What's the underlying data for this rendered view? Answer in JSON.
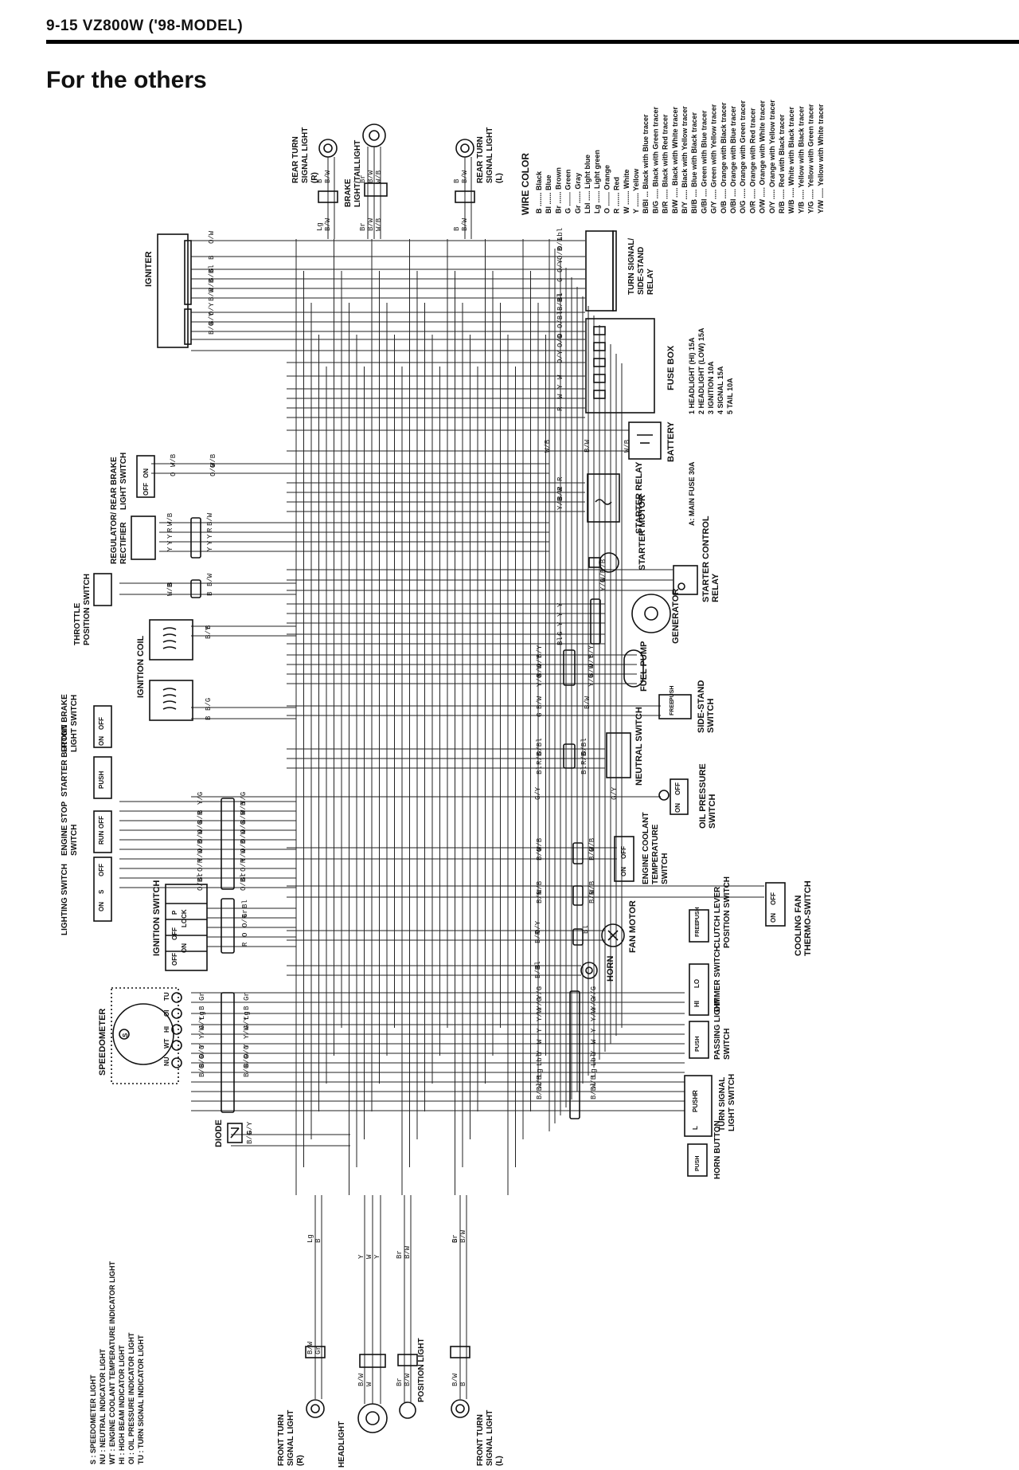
{
  "header": {
    "page_ref": "9-15  VZ800W ('98-MODEL)",
    "subtitle": "For the others"
  },
  "components": {
    "rear_turn_r": "REAR TURN SIGNAL LIGHT (R)",
    "brake_tail": "BRAKE LIGHT/TAILLIGHT",
    "rear_turn_l": "REAR TURN SIGNAL LIGHT (L)",
    "igniter": "IGNITER",
    "turn_relay": "TURN SIGNAL/ SIDE-STAND RELAY",
    "fuse_box": "FUSE BOX",
    "battery": "BATTERY",
    "main_fuse": "A: MAIN FUSE 30A",
    "starter_relay": "STARTER RELAY",
    "starter_motor": "STARTER MOTOR",
    "rear_brake_sw": "REAR BRAKE LIGHT SWITCH",
    "regulator": "REGULATOR/ RECTIFIER",
    "throttle_sw": "THROTTLE POSITION SWITCH",
    "starter_ctrl_relay": "STARTER CONTROL RELAY",
    "generator": "GENERATOR",
    "ignition_coil": "IGNITION COIL",
    "fuel_pump": "FUEL PUMP",
    "side_stand_sw": "SIDE-STAND SWITCH",
    "front_brake_sw": "FRONT BRAKE LIGHT SWITCH",
    "neutral_sw": "NEUTRAL SWITCH",
    "starter_button": "STARTER BUTTON",
    "oil_pressure_sw": "OIL PRESSURE SWITCH",
    "engine_stop_sw": "ENGINE STOP SWITCH",
    "coolant_temp_sw": "ENGINE COOLANT TEMPERATURE SWITCH",
    "lighting_sw": "LIGHTING SWITCH",
    "cooling_fan_sw": "COOLING FAN THERMO-SWITCH",
    "ignition_sw": "IGNITION SWITCH",
    "fan_motor": "FAN MOTOR",
    "clutch_sw": "CLUTCH LEVER POSITION SWITCH",
    "horn": "HORN",
    "dimmer_sw": "DIMMER SWITCH",
    "speedometer": "SPEEDOMETER",
    "passing_sw": "PASSING LIGHT SWITCH",
    "diode": "DIODE",
    "turn_sw": "TURN SIGNAL LIGHT SWITCH",
    "horn_button": "HORN BUTTON",
    "front_turn_r": "FRONT TURN SIGNAL LIGHT (R)",
    "headlight": "HEADLIGHT",
    "position_light": "POSITION LIGHT",
    "front_turn_l": "FRONT TURN SIGNAL LIGHT (L)"
  },
  "fuses": [
    "1  HEADLIGHT (HI)  15A",
    "2  HEADLIGHT (LOW) 15A",
    "3  IGNITION  10A",
    "4  SIGNAL  15A",
    "5  TAIL  10A"
  ],
  "wire_color": {
    "title": "WIRE COLOR",
    "entries": [
      "B ....... Black",
      "Bl ...... Blue",
      "Br ...... Brown",
      "G ....... Green",
      "Gr ...... Gray",
      "Lbl ..... Light blue",
      "Lg ...... Light green",
      "O ....... Orange",
      "R ....... Red",
      "W ....... White",
      "Y ....... Yellow",
      "B/Bl ... Black with Blue tracer",
      "B/G ..... Black with Green tracer",
      "B/R ..... Black with Red tracer",
      "B/W ..... Black with White tracer",
      "B/Y ..... Black with Yellow tracer",
      "Bl/B .... Blue with Black tracer",
      "G/Bl .... Green with Blue tracer",
      "G/Y ..... Green with Yellow tracer",
      "O/B ..... Orange with Black tracer",
      "O/Bl .... Orange with Blue tracer",
      "O/G ..... Orange with Green tracer",
      "O/R ..... Orange with Red tracer",
      "O/W ..... Orange with White tracer",
      "O/Y ..... Orange with Yellow tracer",
      "R/B ..... Red with Black tracer",
      "W/B ..... White with Black tracer",
      "Y/B ..... Yellow with Black tracer",
      "Y/G ..... Yellow with Green tracer",
      "Y/W ..... Yellow with White tracer"
    ]
  },
  "speedo_legend": [
    "S  : SPEEDOMETER LIGHT",
    "NU : NEUTRAL INDICATOR LIGHT",
    "WT : ENGINE COOLANT TEMPERATURE INDICATOR LIGHT",
    "HI : HIGH BEAM INDICATOR LIGHT",
    "OI : OIL PRESSURE INDICATOR LIGHT",
    "TU : TURN SIGNAL INDICATOR LIGHT"
  ],
  "wire_labels": {
    "igniter": [
      "O/W",
      "B",
      "G",
      "G/Bl",
      "R/B",
      "B/W",
      "O/Y",
      "B/Y",
      "B/G"
    ],
    "relay": [
      "Lbl",
      "O/G",
      "O/B",
      "O/Y",
      "G",
      "Bl",
      "B/Bl"
    ],
    "fuse": [
      "O/Bl",
      "O",
      "O/G",
      "O/Y",
      "W",
      "Y",
      "W",
      "R"
    ],
    "battery": [
      "W/B",
      "B/W",
      "W/B"
    ],
    "starter_relay": [
      "R",
      "R",
      "B/W",
      "Y/B"
    ],
    "rear_brake": [
      "W/B",
      "O",
      "W/B",
      "O/G"
    ],
    "regulator": [
      "W/B",
      "R",
      "Y",
      "Y",
      "Y",
      "B/W",
      "R",
      "Y",
      "Y",
      "Y"
    ],
    "throttle": [
      "B",
      "W/B",
      "B/W",
      "B"
    ],
    "starter_ctrl": [
      "Y/B",
      "W/B",
      "Y/G"
    ],
    "generator": [
      "Y",
      "Y",
      "Y",
      "G",
      "Bl"
    ],
    "ign_coil": [
      "B",
      "B/Y",
      "B/G",
      "B"
    ],
    "fuel_pump": [
      "B/Y",
      "O/Y",
      "B/W",
      "Y/G",
      "B/Y",
      "O/Y",
      "B/W",
      "Y/G"
    ],
    "side_stand": [
      "B/W",
      "G",
      "B/W"
    ],
    "neutral": [
      "G/Bl",
      "R/B",
      "Bl",
      "G/Bl",
      "R/B",
      "Bl"
    ],
    "oil": [
      "G/Y",
      "G/Y"
    ],
    "bundle_left": [
      "Y/G",
      "B",
      "B/R",
      "O/G",
      "O/W",
      "O/B",
      "Y/W",
      "O/R",
      "Gr",
      "O/Bl"
    ],
    "bundle_right": [
      "Y/G",
      "W/B",
      "B/R",
      "O/G",
      "O/W",
      "O/B",
      "Y/W",
      "O/R",
      "Gr",
      "O/Bl"
    ],
    "coolant": [
      "W/B",
      "B/G",
      "W/B",
      "B/G"
    ],
    "cooling_fan": [
      "W/B",
      "B/R",
      "W/B",
      "B/R"
    ],
    "ign_sw": [
      "Bl",
      "Gr",
      "O/R",
      "O",
      "R"
    ],
    "fan": [
      "O/Y",
      "B/R",
      "Bl"
    ],
    "horn": [
      "B",
      "B/Bl"
    ],
    "speedo": [
      "Gr",
      "B",
      "Lg",
      "G/Y",
      "Y/W",
      "Y",
      "O/G",
      "B/G",
      "B/G"
    ],
    "speedo_r": [
      "Gr",
      "B",
      "Lg",
      "G/Y",
      "Y/W",
      "Y",
      "O/G",
      "B/G",
      "B/G"
    ],
    "handlebar": [
      "Y/G",
      "Y/G",
      "Y/W",
      "Y",
      "W",
      "Y",
      "Lbl",
      "Lg",
      "W/B",
      "B/Bl",
      "Y/G",
      "Y/G",
      "Y/W",
      "Y",
      "W",
      "Y",
      "Lbl",
      "Lg",
      "W/B",
      "B/Bl"
    ],
    "diode": [
      "G/Y",
      "B/G"
    ],
    "front_r": [
      "Lg",
      "B",
      "B/W",
      "Gr"
    ],
    "head": [
      "Y",
      "W",
      "Y",
      "B/W",
      "W"
    ],
    "pos": [
      "Br",
      "B/W",
      "Br",
      "B/W"
    ],
    "front_l": [
      "B",
      "B/W",
      "Gr",
      "B",
      "B/W"
    ],
    "rear_r": [
      "Lg",
      "B/W",
      "B",
      "B/W"
    ],
    "tail": [
      "Br",
      "B/W",
      "W/B",
      "Br",
      "B/W",
      "W/B"
    ],
    "rear_l": [
      "B",
      "B/W",
      "B",
      "B/W"
    ]
  },
  "switch_labels": {
    "on_off": [
      "ON",
      "OFF"
    ],
    "free_push": [
      "FREE",
      "PUSH"
    ],
    "push": [
      "PUSH"
    ],
    "off_run": [
      "OFF",
      "RUN"
    ],
    "lighting": [
      "OFF",
      "S",
      "ON"
    ],
    "ign": [
      "OFF",
      "ON",
      "OFF",
      "LOCK",
      "P"
    ],
    "dimmer": [
      "HI",
      "LO"
    ],
    "turn": [
      "L",
      "PUSH",
      "R"
    ]
  },
  "speedo_pins": [
    "TU",
    "OI",
    "HI",
    "WT",
    "NU",
    "S"
  ]
}
